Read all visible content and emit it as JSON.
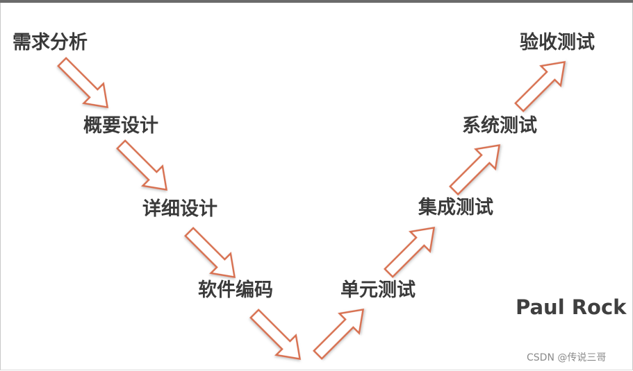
{
  "stages_left": [
    "需求分析",
    "概要设计",
    "详细设计",
    "软件编码"
  ],
  "stages_right": [
    "单元测试",
    "集成测试",
    "系统测试",
    "验收测试"
  ],
  "author": "Paul Rock",
  "watermark": "CSDN @传说三哥",
  "colors": {
    "arrow_stroke": "#d8704f",
    "text": "#3a3a3a"
  }
}
